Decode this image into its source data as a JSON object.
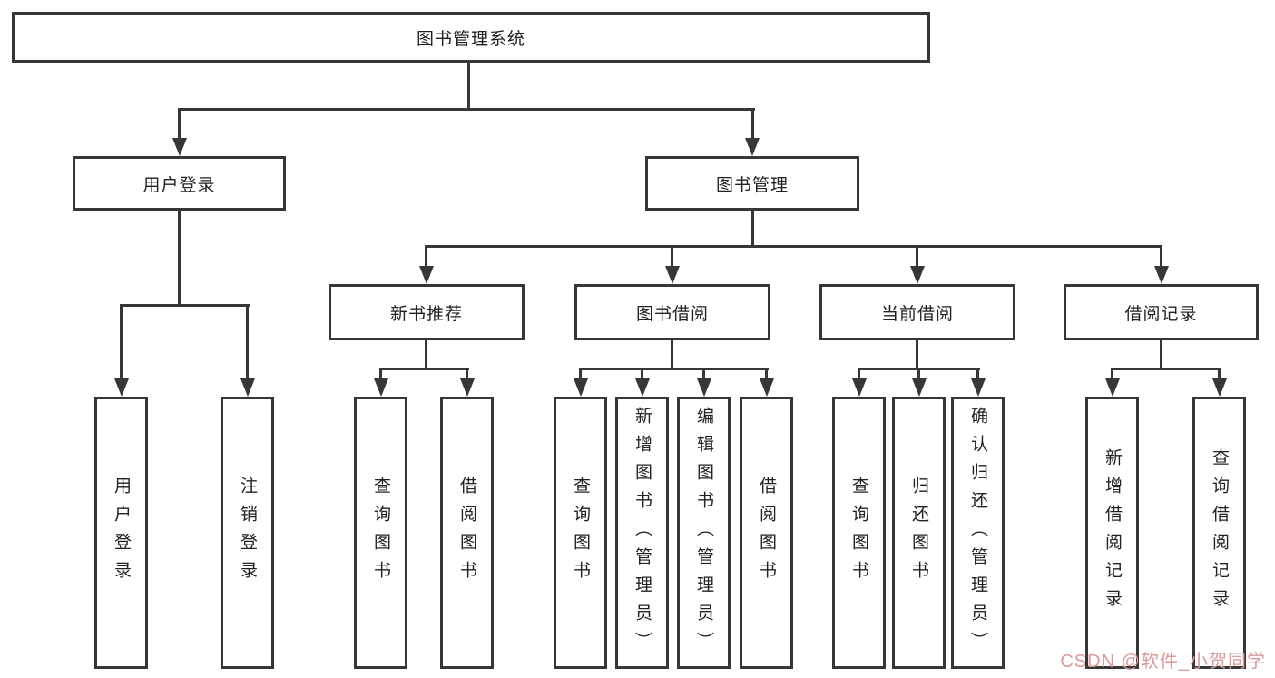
{
  "colors": {
    "line": "#373737",
    "text": "#222222",
    "box_background": "#ffffff",
    "page_background": "#ffffff",
    "watermark": "#d89a9a"
  },
  "tree": {
    "label": "图书管理系统",
    "children": [
      {
        "label": "用户登录",
        "children": [
          {
            "label": "用户登录"
          },
          {
            "label": "注销登录"
          }
        ]
      },
      {
        "label": "图书管理",
        "children": [
          {
            "label": "新书推荐",
            "children": [
              {
                "label": "查询图书"
              },
              {
                "label": "借阅图书"
              }
            ]
          },
          {
            "label": "图书借阅",
            "children": [
              {
                "label": "查询图书"
              },
              {
                "label": "新增图书（管理员）"
              },
              {
                "label": "编辑图书（管理员）"
              },
              {
                "label": "借阅图书"
              }
            ]
          },
          {
            "label": "当前借阅",
            "children": [
              {
                "label": "查询图书"
              },
              {
                "label": "归还图书"
              },
              {
                "label": "确认归还（管理员）"
              }
            ]
          },
          {
            "label": "借阅记录",
            "children": [
              {
                "label": "新增借阅记录"
              },
              {
                "label": "查询借阅记录"
              }
            ]
          }
        ]
      }
    ]
  },
  "watermark": {
    "text": "CSDN @软件_小贺同学"
  }
}
